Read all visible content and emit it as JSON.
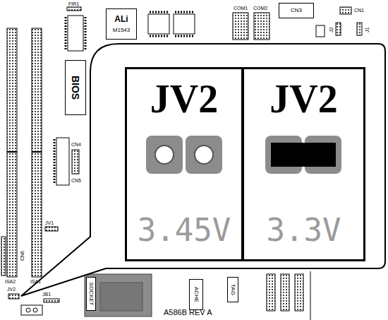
{
  "diagram": {
    "nodes": [
      {
        "text": [
          "CN3"
        ]
      },
      {
        "text": [
          "ALi",
          "M1543"
        ]
      },
      {
        "text": [
          "BIOS"
        ]
      },
      {
        "text": [
          "JV2",
          "3.45V"
        ]
      },
      {
        "text": [
          "JV2",
          "3.3V"
        ]
      },
      {
        "text": [
          "SOCKET"
        ]
      },
      {
        "text": [
          "ACHE"
        ]
      },
      {
        "text": [
          "TAG"
        ]
      }
    ],
    "labels": [
      "FIR1",
      "COM1",
      "COM2",
      "CN1",
      "J2",
      "J1",
      "CN4",
      "CN5",
      "JV1",
      "ISA2",
      "ISA1",
      "CN6",
      "JV2",
      "JB1",
      "A586B REV A"
    ]
  }
}
